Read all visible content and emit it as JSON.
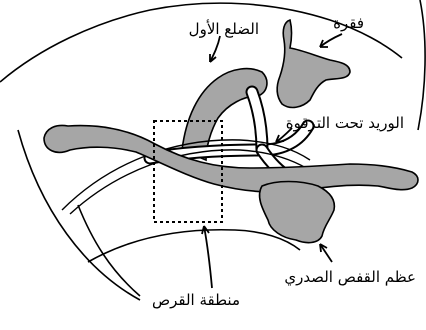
{
  "labels": {
    "vertebra": "فقرة",
    "first_rib": "الضلع الأول",
    "subclavian_vein": "الوريد تحت الترقوة",
    "sternum": "عظم القفص الصدري",
    "puncture_area": "منطقة القرص"
  },
  "colors": {
    "bone_fill": "#a6a6a6",
    "outline": "#000000",
    "background": "#ffffff"
  }
}
